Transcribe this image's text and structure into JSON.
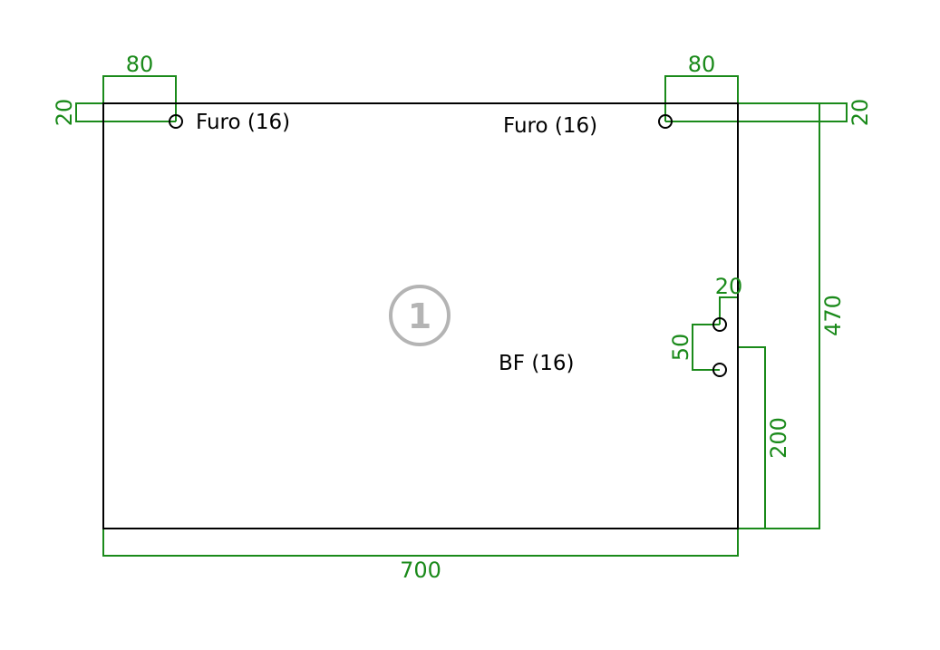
{
  "colors": {
    "dimension": "#1a8a1a",
    "outline": "#000000",
    "label": "#000000",
    "badge": "#b4b4b4",
    "background": "#ffffff"
  },
  "part": {
    "number": "1",
    "width": "700",
    "height": "470"
  },
  "holes": [
    {
      "label": "Furo (16)"
    },
    {
      "label": "Furo (16)"
    },
    {
      "label": "BF (16)"
    }
  ],
  "dimensions": {
    "top_left_offset_x": "80",
    "top_left_offset_y": "20",
    "top_right_offset_x": "80",
    "top_right_offset_y": "20",
    "side_offset_x": "20",
    "side_spacing": "50",
    "side_height": "200"
  }
}
